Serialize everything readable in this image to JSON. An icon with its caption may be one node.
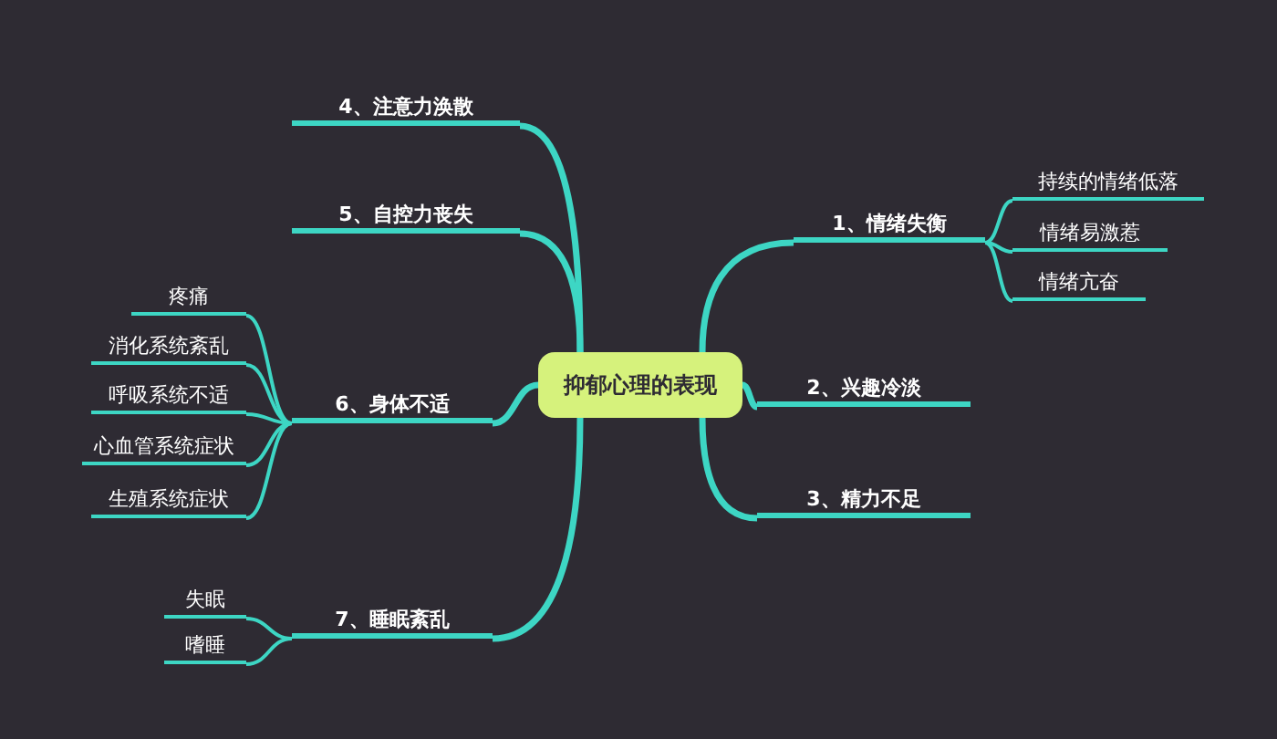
{
  "diagram": {
    "nodes": [
      {
        "text": [
          "抑郁心理的表现"
        ]
      },
      {
        "text": [
          "1、情绪失衡"
        ]
      },
      {
        "text": [
          "持续的情绪低落"
        ]
      },
      {
        "text": [
          "情绪易激惹"
        ]
      },
      {
        "text": [
          "情绪亢奋"
        ]
      },
      {
        "text": [
          "2、兴趣冷淡"
        ]
      },
      {
        "text": [
          "3、精力不足"
        ]
      },
      {
        "text": [
          "4、注意力涣散"
        ]
      },
      {
        "text": [
          "5、自控力丧失"
        ]
      },
      {
        "text": [
          "6、身体不适"
        ]
      },
      {
        "text": [
          "疼痛"
        ]
      },
      {
        "text": [
          "消化系统紊乱"
        ]
      },
      {
        "text": [
          "呼吸系统不适"
        ]
      },
      {
        "text": [
          "心血管系统症状"
        ]
      },
      {
        "text": [
          "生殖系统症状"
        ]
      },
      {
        "text": [
          "7、睡眠紊乱"
        ]
      },
      {
        "text": [
          "失眠"
        ]
      },
      {
        "text": [
          "嗜睡"
        ]
      }
    ],
    "edges": [
      {
        "from": 0,
        "to": 1,
        "arrow": "none"
      },
      {
        "from": 1,
        "to": 2,
        "arrow": "none"
      },
      {
        "from": 1,
        "to": 3,
        "arrow": "none"
      },
      {
        "from": 1,
        "to": 4,
        "arrow": "none"
      },
      {
        "from": 0,
        "to": 5,
        "arrow": "none"
      },
      {
        "from": 0,
        "to": 6,
        "arrow": "none"
      },
      {
        "from": 0,
        "to": 7,
        "arrow": "none"
      },
      {
        "from": 0,
        "to": 8,
        "arrow": "none"
      },
      {
        "from": 0,
        "to": 9,
        "arrow": "none"
      },
      {
        "from": 9,
        "to": 10,
        "arrow": "none"
      },
      {
        "from": 9,
        "to": 11,
        "arrow": "none"
      },
      {
        "from": 9,
        "to": 12,
        "arrow": "none"
      },
      {
        "from": 9,
        "to": 13,
        "arrow": "none"
      },
      {
        "from": 9,
        "to": 14,
        "arrow": "none"
      },
      {
        "from": 0,
        "to": 15,
        "arrow": "none"
      },
      {
        "from": 15,
        "to": 16,
        "arrow": "none"
      },
      {
        "from": 15,
        "to": 17,
        "arrow": "none"
      }
    ]
  }
}
